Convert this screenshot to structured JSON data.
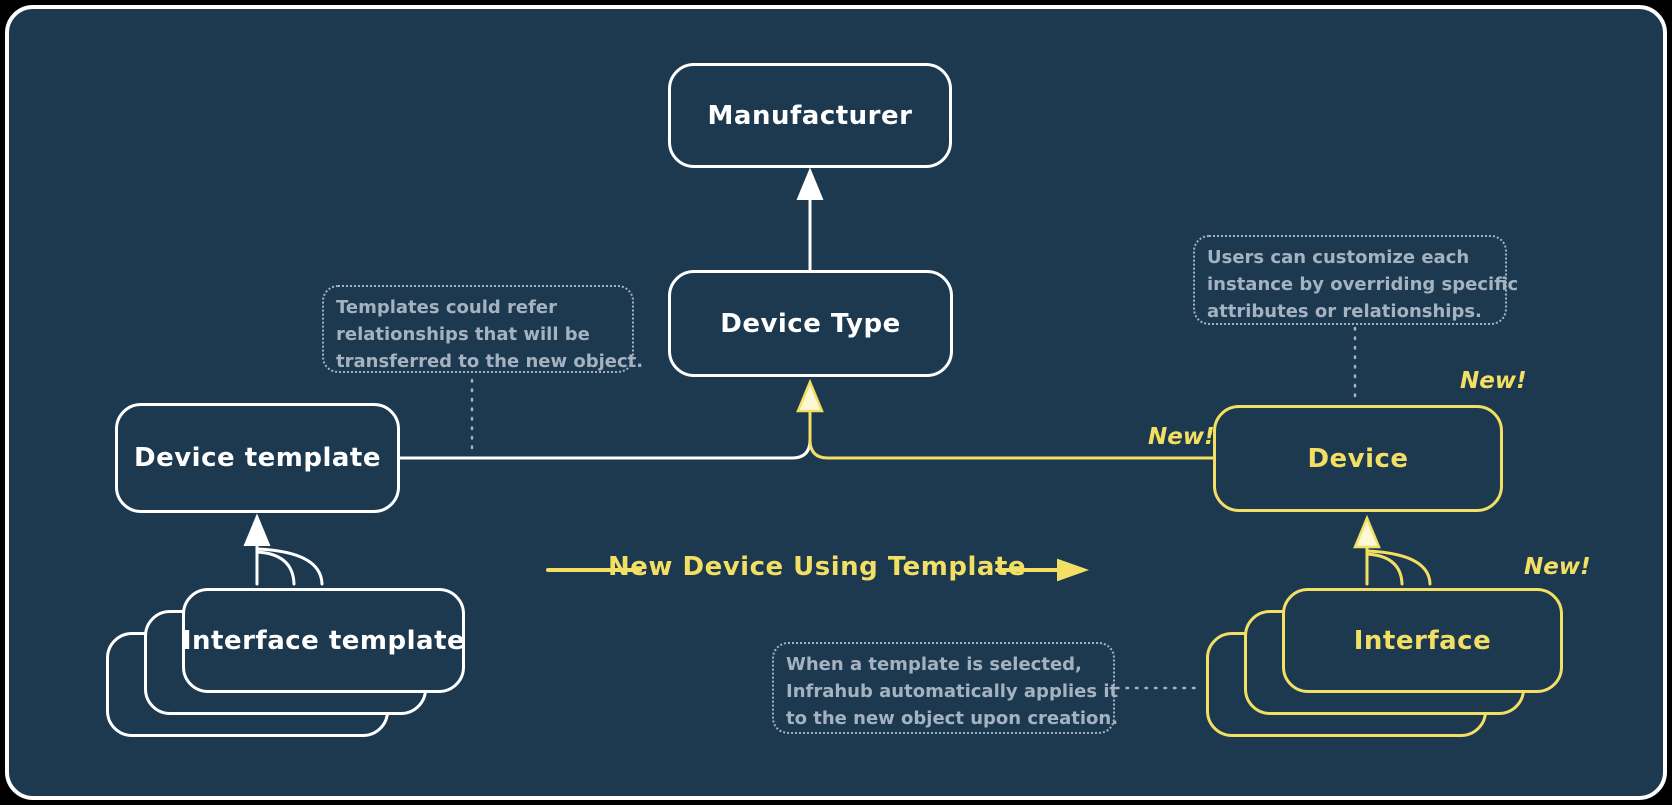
{
  "colors": {
    "background": "#000000",
    "panel": "#1d3950",
    "white_stroke": "#ffffff",
    "yellow_stroke": "#f2df63",
    "arrowhead_fill": "#fdf7d4",
    "annotation": "#a5b2c0"
  },
  "nodes": {
    "manufacturer": {
      "label": "Manufacturer"
    },
    "device_type": {
      "label": "Device Type"
    },
    "device_template": {
      "label": "Device template"
    },
    "interface_template": {
      "label": "Interface template"
    },
    "device": {
      "label": "Device"
    },
    "interface": {
      "label": "Interface"
    }
  },
  "annotations": {
    "templates_note": {
      "lines": [
        "Templates could refer",
        "relationships that will be",
        "transferred to the new object."
      ]
    },
    "customize_note": {
      "lines": [
        "Users can customize each",
        "instance by overriding specific",
        "attributes or relationships."
      ]
    },
    "apply_note": {
      "lines": [
        "When a template is selected,",
        "Infrahub automatically applies it",
        "to the new object upon creation."
      ]
    }
  },
  "labels": {
    "flow_arrow": "New Device Using Template",
    "new_badge": "New!"
  }
}
